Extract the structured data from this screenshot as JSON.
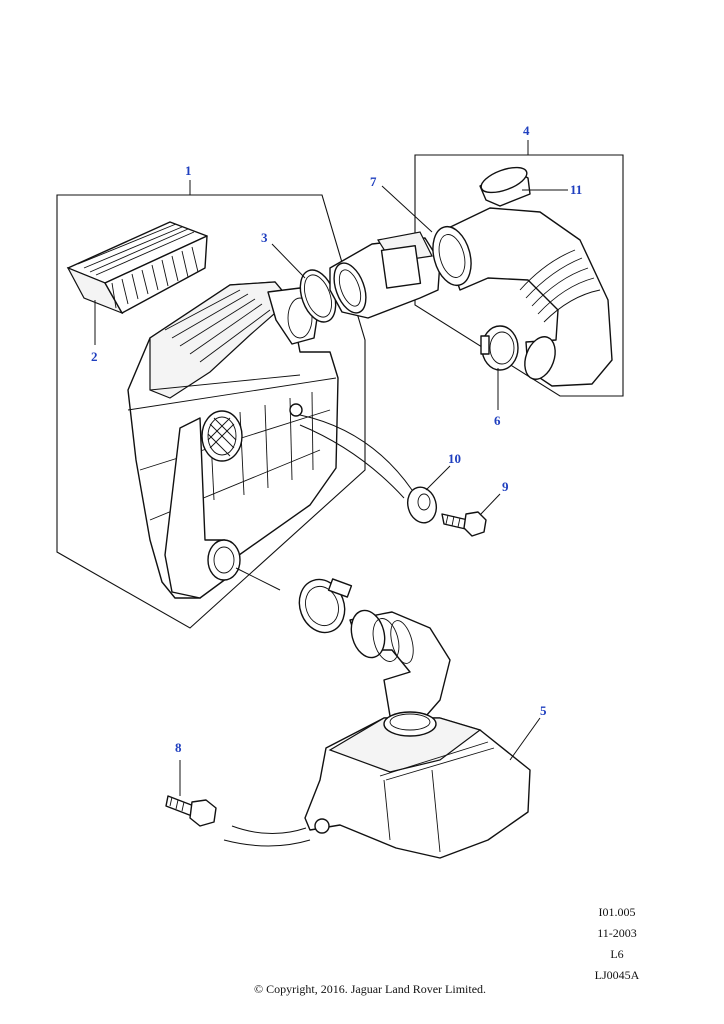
{
  "callouts": {
    "c1": "1",
    "c2": "2",
    "c3": "3",
    "c4": "4",
    "c5": "5",
    "c6": "6",
    "c7": "7",
    "c8": "8",
    "c9": "9",
    "c10": "10",
    "c11": "11"
  },
  "info": {
    "line1": "I01.005",
    "line2": "11-2003",
    "line3": "L6",
    "line4": "LJ0045A"
  },
  "copyright": "© Copyright, 2016. Jaguar Land Rover Limited.",
  "colors": {
    "callout": "#1f3fbf",
    "line": "#111111"
  }
}
